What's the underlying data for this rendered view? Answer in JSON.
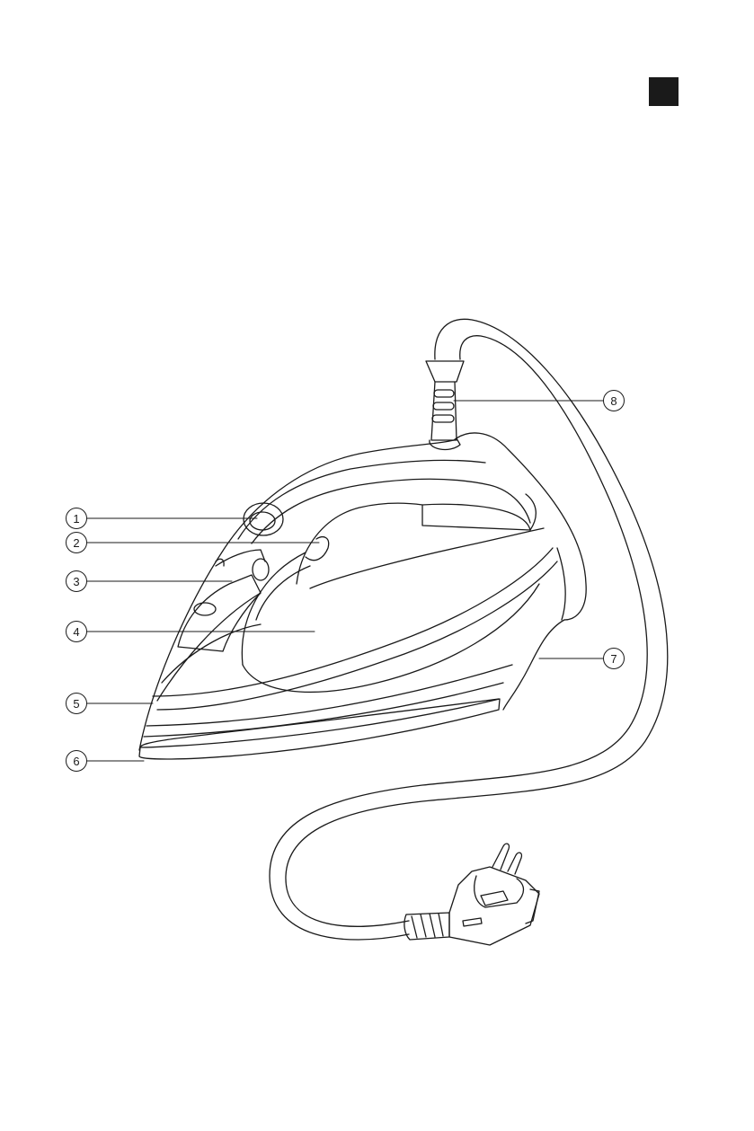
{
  "page": {
    "background": "#ffffff",
    "ink": "#1a1a1a",
    "corner_marker": "language-tab-square"
  },
  "figure": {
    "subject": "steam-iron-with-cord-and-plug",
    "callouts": [
      {
        "id": "c1",
        "label": "1"
      },
      {
        "id": "c2",
        "label": "2"
      },
      {
        "id": "c3",
        "label": "3"
      },
      {
        "id": "c4",
        "label": "4"
      },
      {
        "id": "c5",
        "label": "5"
      },
      {
        "id": "c6",
        "label": "6"
      },
      {
        "id": "c7",
        "label": "7"
      },
      {
        "id": "c8",
        "label": "8"
      }
    ]
  }
}
